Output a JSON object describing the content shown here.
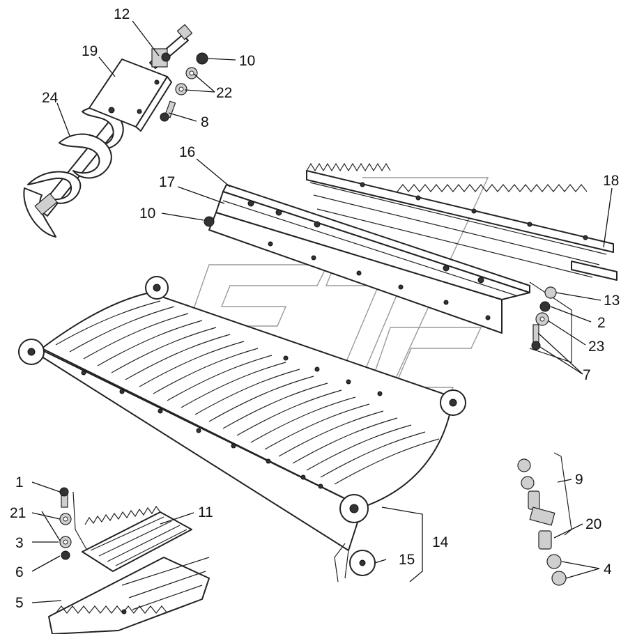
{
  "diagram": {
    "colors": {
      "line": "#222222",
      "label": "#111111",
      "watermark": "#9a9a9a",
      "background": "#ffffff"
    },
    "callouts": [
      {
        "id": "c12",
        "text": "12"
      },
      {
        "id": "c19",
        "text": "19"
      },
      {
        "id": "c24",
        "text": "24"
      },
      {
        "id": "c10a",
        "text": "10"
      },
      {
        "id": "c22",
        "text": "22"
      },
      {
        "id": "c8",
        "text": "8"
      },
      {
        "id": "c16",
        "text": "16"
      },
      {
        "id": "c17",
        "text": "17"
      },
      {
        "id": "c10b",
        "text": "10"
      },
      {
        "id": "c18",
        "text": "18"
      },
      {
        "id": "c13",
        "text": "13"
      },
      {
        "id": "c2",
        "text": "2"
      },
      {
        "id": "c23",
        "text": "23"
      },
      {
        "id": "c7",
        "text": "7"
      },
      {
        "id": "c9",
        "text": "9"
      },
      {
        "id": "c20",
        "text": "20"
      },
      {
        "id": "c4",
        "text": "4"
      },
      {
        "id": "c1",
        "text": "1"
      },
      {
        "id": "c21",
        "text": "21"
      },
      {
        "id": "c3",
        "text": "3"
      },
      {
        "id": "c6",
        "text": "6"
      },
      {
        "id": "c5",
        "text": "5"
      },
      {
        "id": "c11",
        "text": "11"
      },
      {
        "id": "c14",
        "text": "14"
      },
      {
        "id": "c15",
        "text": "15"
      }
    ]
  }
}
